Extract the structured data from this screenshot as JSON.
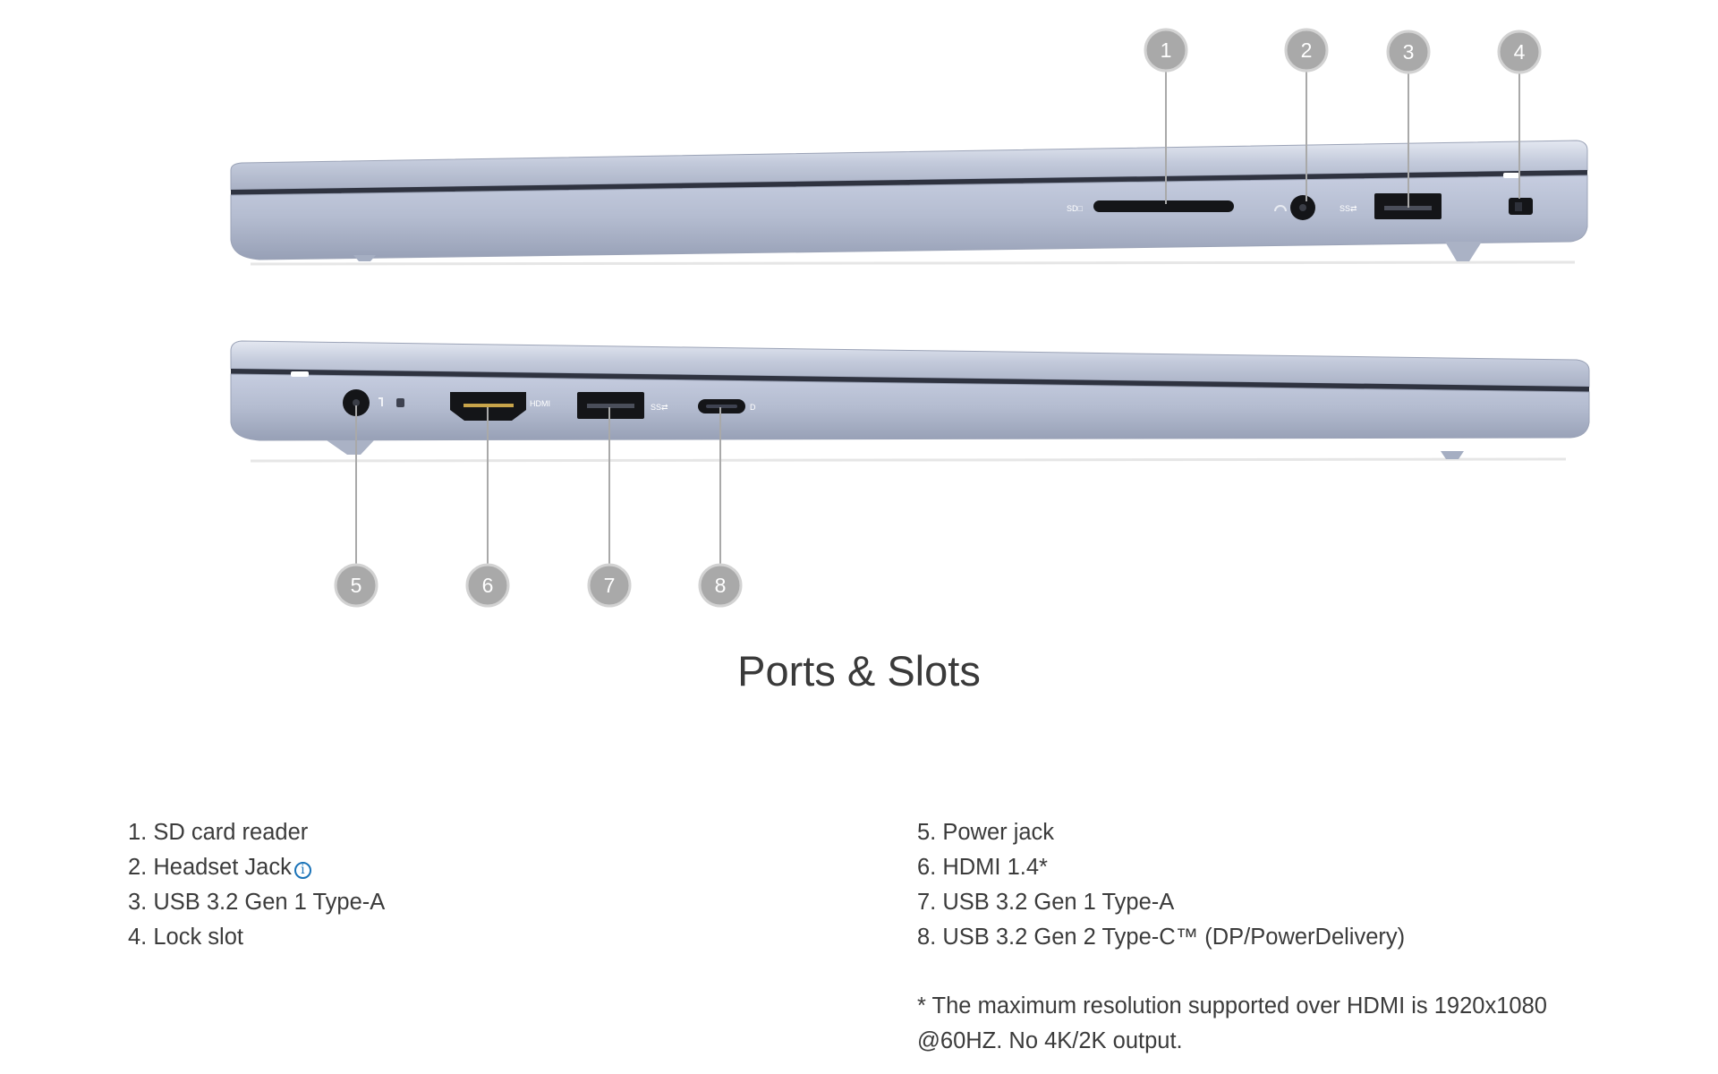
{
  "title": "Ports & Slots",
  "callouts": [
    "1",
    "2",
    "3",
    "4",
    "5",
    "6",
    "7",
    "8"
  ],
  "port_labels": {
    "sd": "SD□",
    "hdmi": "HDMI",
    "usb_a": "SS⇄",
    "usb_c": "D"
  },
  "left_list": [
    "1. SD card reader",
    "2. Headset Jack",
    "3. USB 3.2 Gen 1 Type-A",
    "4. Lock slot"
  ],
  "right_list": [
    "5. Power jack",
    "6. HDMI 1.4*",
    "7. USB 3.2 Gen 1 Type-A",
    "8. USB 3.2 Gen 2 Type-C™ (DP/PowerDelivery)"
  ],
  "info_icon": "i",
  "footnote": "* The maximum resolution supported over HDMI is 1920x1080 @60HZ. No 4K/2K output.",
  "colors": {
    "badge": "#a9a9a9",
    "chassis": "#b8c0d3",
    "text": "#3b3b3b",
    "link": "#1a73b8"
  }
}
